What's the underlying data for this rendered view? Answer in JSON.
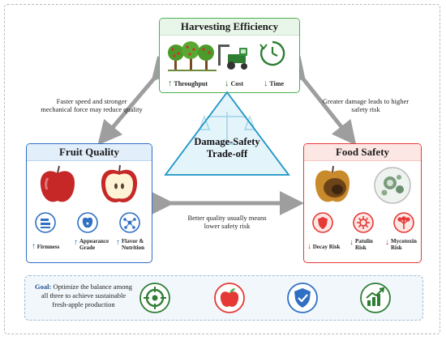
{
  "harvesting_efficiency": {
    "title": "Harvesting Efficiency",
    "metrics": [
      {
        "arrow": "↑",
        "label": "Throughput"
      },
      {
        "arrow": "↓",
        "label": "Cost"
      },
      {
        "arrow": "↓",
        "label": "Time"
      }
    ]
  },
  "fruit_quality": {
    "title": "Fruit Quality",
    "metrics": [
      {
        "arrow": "↑",
        "label": "Firmness"
      },
      {
        "arrow": "↑",
        "label": "Appearance Grade"
      },
      {
        "arrow": "↑",
        "label": "Flavor & Nutrition"
      }
    ]
  },
  "food_safety": {
    "title": "Food Safety",
    "metrics": [
      {
        "arrow": "↓",
        "label": "Decay Risk"
      },
      {
        "arrow": "↓",
        "label": "Patulin Risk"
      },
      {
        "arrow": "↓",
        "label": "Mycotoxin Risk"
      }
    ]
  },
  "center": {
    "line1": "Damage-Safety",
    "line2": "Trade-off"
  },
  "relations": {
    "left": "Faster speed and stronger mechanical force may reduce quality",
    "right": "Greater damage leads to higher safety risk",
    "bottom": "Better quality usually means lower safety risk"
  },
  "goal": {
    "label": "Goal:",
    "text": "Optimize the balance among all three to achieve sustainable fresh-apple production"
  },
  "colors": {
    "efficiency": "#4caf50",
    "efficiency_bg": "#e8f5e9",
    "quality": "#2f6fc4",
    "quality_bg": "#e3eefb",
    "safety": "#e53935",
    "safety_bg": "#fde7e5",
    "center": "#1c94c4",
    "goal_border": "#9bbcd9",
    "arrow": "#9e9e9e"
  }
}
